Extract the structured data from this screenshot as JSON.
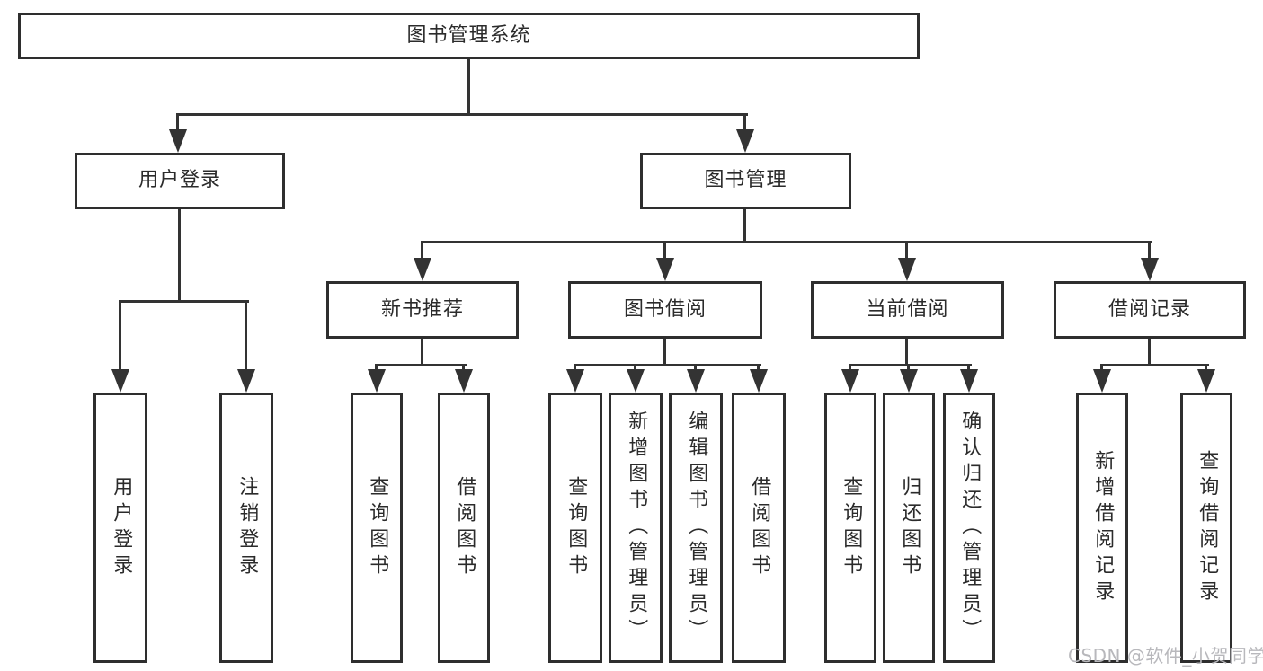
{
  "colors": {
    "background": "#ffffff",
    "box_border": "#2e2e2e",
    "connector_line": "#333333",
    "text": "#2b2b2b",
    "watermark": "#b8b8bc"
  },
  "diagram": {
    "type": "hierarchy-tree",
    "root": {
      "label": "图书管理系统"
    },
    "level1": [
      {
        "label": "用户登录",
        "parent": "图书管理系统"
      },
      {
        "label": "图书管理",
        "parent": "图书管理系统"
      }
    ],
    "level2": [
      {
        "label": "新书推荐",
        "parent": "图书管理"
      },
      {
        "label": "图书借阅",
        "parent": "图书管理"
      },
      {
        "label": "当前借阅",
        "parent": "图书管理"
      },
      {
        "label": "借阅记录",
        "parent": "图书管理"
      }
    ],
    "leaves": [
      {
        "label": "用户登录",
        "parent": "用户登录"
      },
      {
        "label": "注销登录",
        "parent": "用户登录"
      },
      {
        "label": "查询图书",
        "parent": "新书推荐"
      },
      {
        "label": "借阅图书",
        "parent": "新书推荐"
      },
      {
        "label": "查询图书",
        "parent": "图书借阅"
      },
      {
        "label": "新增图书（管理员）",
        "parent": "图书借阅"
      },
      {
        "label": "编辑图书（管理员）",
        "parent": "图书借阅"
      },
      {
        "label": "借阅图书",
        "parent": "图书借阅"
      },
      {
        "label": "查询图书",
        "parent": "当前借阅"
      },
      {
        "label": "归还图书",
        "parent": "当前借阅"
      },
      {
        "label": "确认归还（管理员）",
        "parent": "当前借阅"
      },
      {
        "label": "新增借阅记录",
        "parent": "借阅记录"
      },
      {
        "label": "查询借阅记录",
        "parent": "借阅记录"
      }
    ]
  },
  "watermark": {
    "text": "CSDN @软件_小贺同学"
  }
}
